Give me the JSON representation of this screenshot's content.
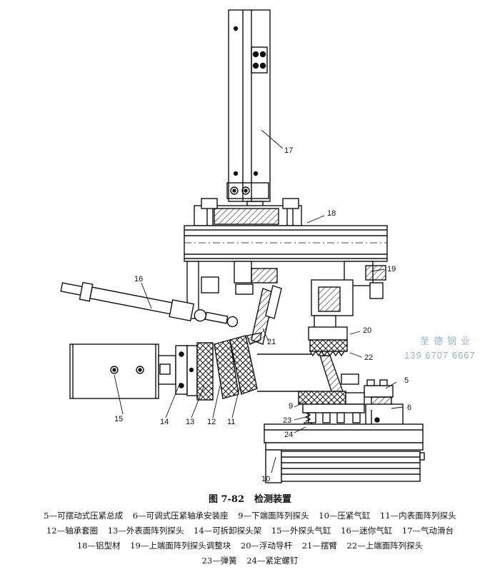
{
  "figure": {
    "number": "图 7-82",
    "title": "检测装置"
  },
  "labels": [
    "5",
    "6",
    "9",
    "10",
    "11",
    "12",
    "13",
    "14",
    "15",
    "16",
    "17",
    "18",
    "19",
    "20",
    "21",
    "22",
    "23",
    "24"
  ],
  "watermark": {
    "line1": "至德钢业",
    "line2": "139 6707 6667"
  },
  "legend": [
    [
      "5—可摆动式压紧总成",
      "6—可调式压紧轴承安装座",
      "9—下端面阵列探头",
      "10—压紧气缸",
      "11—内表面阵列探头"
    ],
    [
      "12—轴承套圈",
      "13—外表面阵列探头",
      "14—可拆卸探头架",
      "15—外探头气缸",
      "16—迷你气缸",
      "17—气动滑台"
    ],
    [
      "18—铝型材",
      "19—上端面阵列探头调整块",
      "20—浮动导杆",
      "21—摆臂",
      "22—上端面阵列探头"
    ],
    [
      "23—弹簧",
      "24—紧定螺钉"
    ]
  ]
}
